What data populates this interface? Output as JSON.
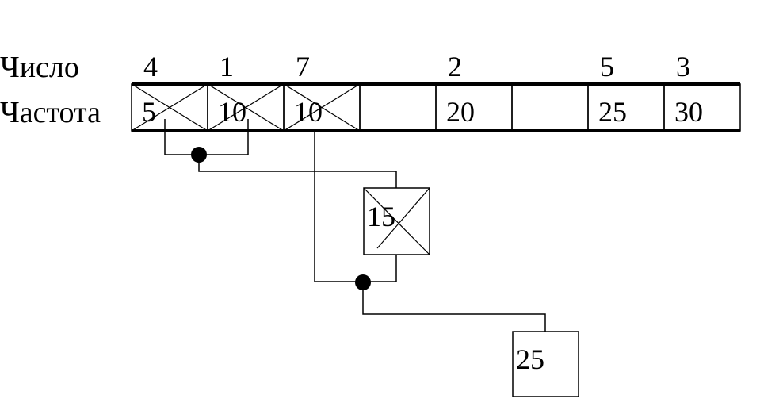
{
  "row_labels": {
    "number": "Число",
    "frequency": "Частота"
  },
  "table": {
    "numbers": [
      "4",
      "1",
      "7",
      "",
      "2",
      "",
      "5",
      "3"
    ],
    "frequencies": [
      "5",
      "10",
      "10",
      "",
      "20",
      "",
      "25",
      "30"
    ],
    "crossed": [
      true,
      true,
      true,
      false,
      false,
      false,
      false,
      false
    ]
  },
  "nodes": [
    {
      "value": "15",
      "crossed": true
    },
    {
      "value": "25",
      "crossed": false
    }
  ]
}
